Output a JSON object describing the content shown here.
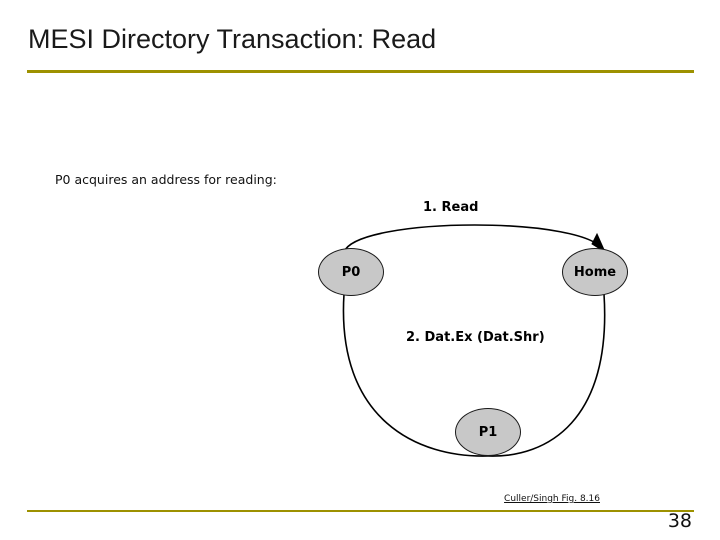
{
  "slide": {
    "title": "MESI Directory Transaction: Read",
    "caption": "P0 acquires an address for reading:",
    "credit": "Culler/Singh Fig. 8.16",
    "page_number": "38",
    "colors": {
      "rule": "#9d9100",
      "node_fill": "#c8c8c8",
      "node_stroke": "#1a1a1a",
      "text": "#111111"
    }
  },
  "diagram": {
    "type": "node-message-diagram",
    "nodes": [
      {
        "id": "p0",
        "label": "P0"
      },
      {
        "id": "home",
        "label": "Home"
      },
      {
        "id": "p1",
        "label": "P1"
      }
    ],
    "edges": [
      {
        "id": "read",
        "label": "1. Read",
        "from": "p0",
        "to": "home"
      },
      {
        "id": "datex",
        "label": "2. Dat.Ex (Dat.Shr)",
        "from": "home",
        "to": "p0"
      }
    ]
  }
}
